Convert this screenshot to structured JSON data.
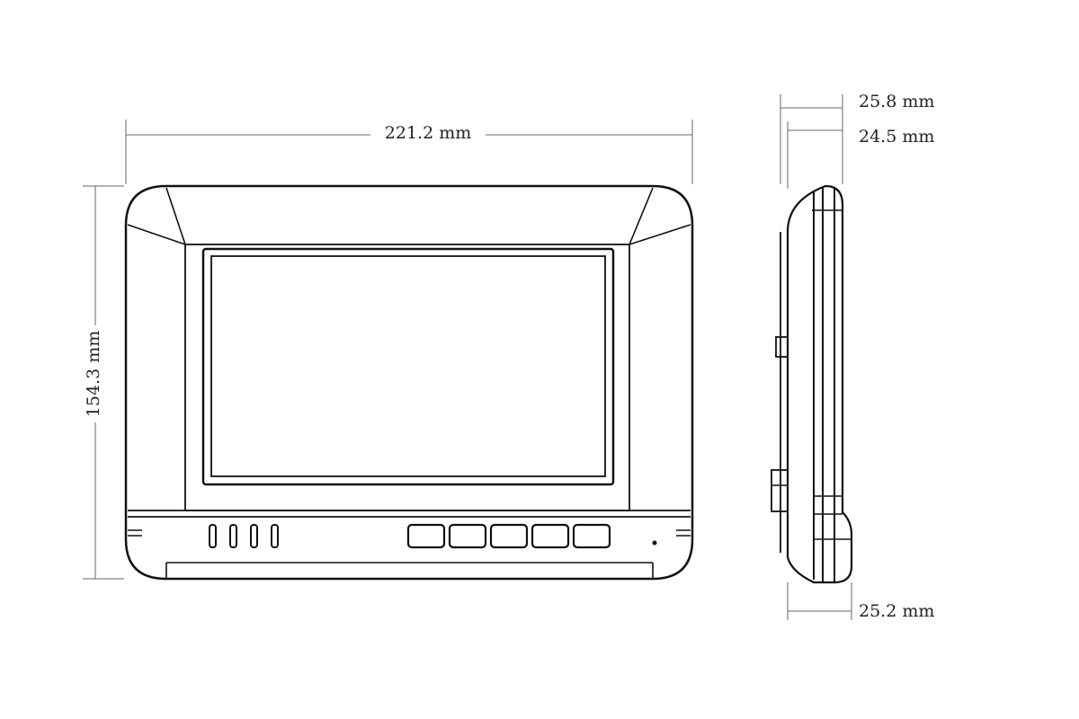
{
  "dimensions": {
    "width": "221.2 mm",
    "height": "154.3 mm",
    "depth_top_outer": "25.8 mm",
    "depth_top_inner": "24.5 mm",
    "depth_bottom": "25.2 mm"
  }
}
